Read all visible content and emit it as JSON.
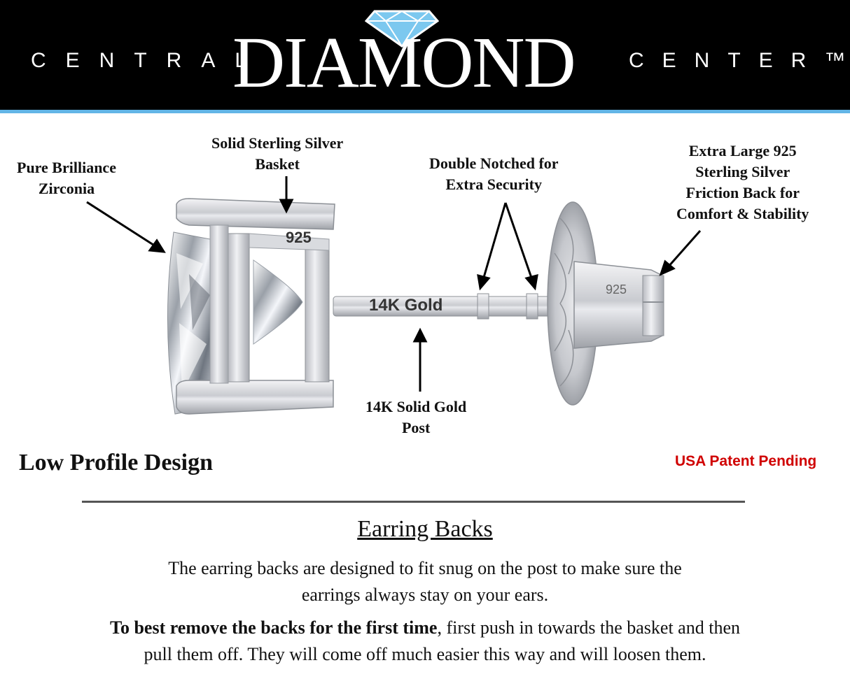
{
  "header": {
    "brand_left": "CENTRAL",
    "brand_main": "DIAMOND",
    "brand_right": "CENTER™",
    "accent_color": "#63b5e6"
  },
  "diagram": {
    "labels": {
      "zirconia": [
        "Pure Brilliance",
        "Zirconia"
      ],
      "basket": [
        "Solid Sterling Silver",
        "Basket"
      ],
      "notched": [
        "Double Notched for",
        "Extra Security"
      ],
      "friction_back": [
        "Extra Large 925",
        "Sterling Silver",
        "Friction Back for",
        "Comfort & Stability"
      ],
      "post": [
        "14K Solid Gold",
        "Post"
      ]
    },
    "stamps": {
      "basket": "925",
      "post": "14K Gold",
      "back": "925"
    }
  },
  "low_profile": "Low Profile Design",
  "patent": "USA Patent Pending",
  "section": {
    "title": "Earring Backs",
    "para1_line1": "The earring backs are designed to fit snug on the post to make sure the",
    "para1_line2": "earrings always stay on your ears.",
    "para2_bold": "To best remove the backs for the first time",
    "para2_rest": ", first push in towards the basket and then",
    "para2_line2": "pull them off. They will come off much easier this way and will loosen them."
  }
}
